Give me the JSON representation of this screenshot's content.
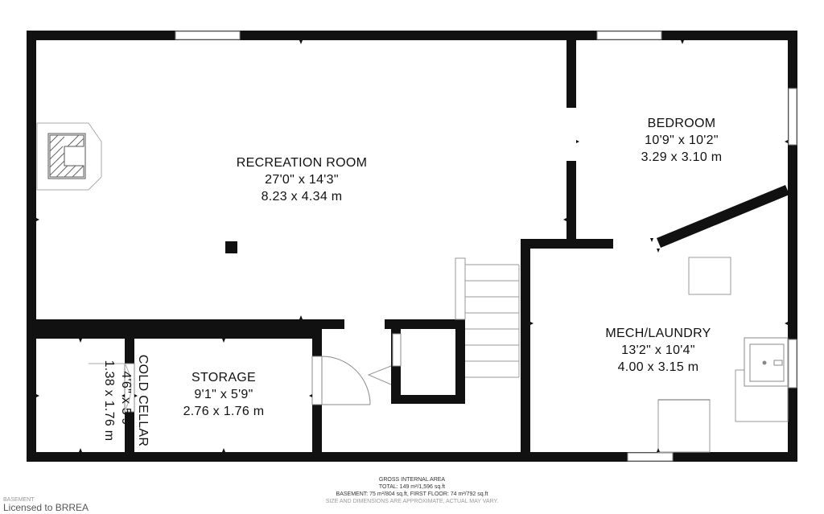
{
  "rooms": {
    "recreation": {
      "name": "RECREATION ROOM",
      "imperial": "27'0\" x 14'3\"",
      "metric": "8.23 x 4.34 m"
    },
    "bedroom": {
      "name": "BEDROOM",
      "imperial": "10'9\" x 10'2\"",
      "metric": "3.29 x 3.10 m"
    },
    "mech": {
      "name": "MECH/LAUNDRY",
      "imperial": "13'2\" x 10'4\"",
      "metric": "4.00 x 3.15 m"
    },
    "storage": {
      "name": "STORAGE",
      "imperial": "9'1\" x 5'9\"",
      "metric": "2.76 x 1.76 m"
    },
    "cold_cellar": {
      "name": "COLD CELLAR",
      "imperial": "4'6\" x 5'9\"",
      "metric": "1.38 x 1.76 m"
    }
  },
  "footer": {
    "gross_title": "GROSS INTERNAL AREA",
    "total": "TOTAL: 149 m²/1,596 sq.ft",
    "floors": "BASEMENT: 75 m²/804 sq.ft, FIRST FLOOR: 74 m²/792 sq.ft",
    "disclaimer": "SIZE AND DIMENSIONS ARE APPROXIMATE, ACTUAL MAY VARY.",
    "floor_name": "BASEMENT"
  },
  "license": "Licensed to BRREA",
  "colors": {
    "wall": "#111111",
    "window": "#ffffff",
    "line": "#999999"
  },
  "icons": [
    "fireplace-icon",
    "column-icon",
    "stairs-icon",
    "door-icon",
    "sink-icon",
    "appliance-icon",
    "dimension-arrow-icon"
  ]
}
